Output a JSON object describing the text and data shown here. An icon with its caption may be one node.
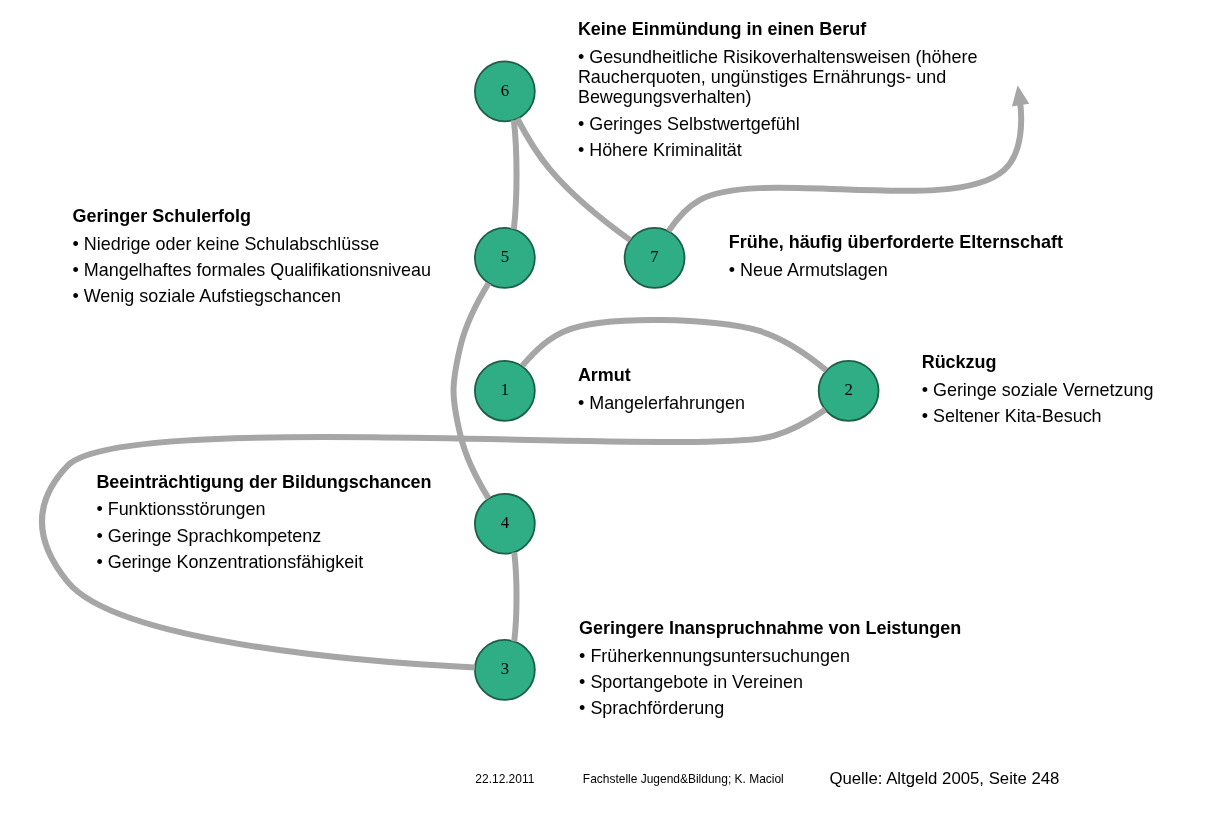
{
  "diagram": {
    "nodes": [
      {
        "text": [
          "1"
        ],
        "beside": [
          "Armut",
          "• Mangelerfahrungen"
        ]
      },
      {
        "text": [
          "2"
        ],
        "beside": [
          "Rückzug",
          "• Geringe soziale Vernetzung",
          "• Seltener Kita-Besuch"
        ]
      },
      {
        "text": [
          "3"
        ],
        "beside": [
          "Geringere Inanspruchnahme von Leistungen",
          "• Früherkennungsuntersuchungen",
          "• Sportangebote in Vereinen",
          "• Sprachförderung"
        ]
      },
      {
        "text": [
          "4"
        ],
        "beside": [
          "Beeinträchtigung der Bildungschancen",
          "• Funktionsstörungen",
          "• Geringe Sprachkompetenz",
          "• Geringe Konzentrationsfähigkeit"
        ]
      },
      {
        "text": [
          "5"
        ],
        "beside": [
          "Geringer Schulerfolg",
          "• Niedrige oder keine Schulabschlüsse",
          "• Mangelhaftes formales Qualifikationsniveau",
          "• Wenig soziale Aufstiegschancen"
        ]
      },
      {
        "text": [
          "6"
        ],
        "beside": [
          "Keine Einmündung in einen Beruf",
          "• Gesundheitliche Risikoverhaltensweisen (höhere Raucherquoten, ungünstiges Ernährungs- und Bewegungsverhalten)",
          "• Geringes Selbstwertgefühl",
          "• Höhere Kriminalität"
        ]
      },
      {
        "text": [
          "7"
        ],
        "beside": [
          "Frühe, häufig überforderte Elternschaft",
          "• Neue Armutslagen"
        ]
      }
    ],
    "edges": [
      {
        "from": 0,
        "to": 1,
        "arrow": "none"
      },
      {
        "from": 1,
        "to": 2,
        "arrow": "none"
      },
      {
        "from": 2,
        "to": 3,
        "arrow": "none"
      },
      {
        "from": 3,
        "to": 4,
        "arrow": "none"
      },
      {
        "from": 4,
        "to": 5,
        "arrow": "none"
      },
      {
        "from": 5,
        "to": 6,
        "arrow": "none"
      },
      {
        "from": 6,
        "to": null,
        "arrow": "to"
      }
    ],
    "labels": [
      "22.12.2011",
      "Fachstelle Jugend&Bildung; K. Maciol",
      "Quelle: Altgeld 2005, Seite 248"
    ]
  }
}
